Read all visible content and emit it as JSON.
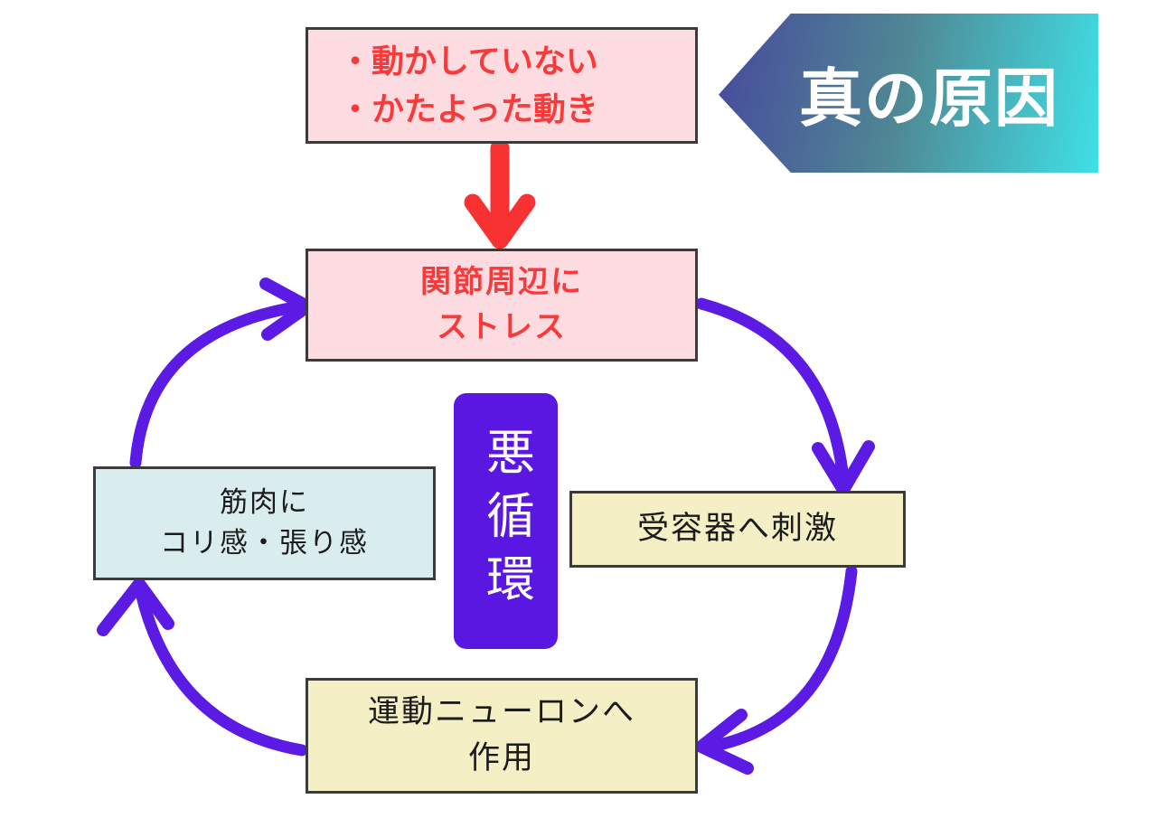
{
  "banner": {
    "label": "真の原因",
    "gradient_start": "#474a9c",
    "gradient_mid": "#4f8894",
    "gradient_end": "#3fe0e6",
    "text_color": "#ffffff"
  },
  "boxes": {
    "cause": {
      "lines": [
        "・動かしていない",
        "・かたよった動き"
      ],
      "bg": "#fcdce0",
      "text_color": "#f83a3a"
    },
    "stress": {
      "lines": [
        "関節周辺に",
        "ストレス"
      ],
      "bg": "#fcdce0",
      "text_color": "#f83a3a"
    },
    "receptor": {
      "label": "受容器へ刺激",
      "bg": "#f5efc6",
      "text_color": "#1c1c1c"
    },
    "neuron": {
      "lines": [
        "運動ニューロンへ",
        "作用"
      ],
      "bg": "#f5efc6",
      "text_color": "#1c1c1c"
    },
    "muscle": {
      "lines": [
        "筋肉に",
        "コリ感・張り感"
      ],
      "bg": "#d9edef",
      "text_color": "#1c1c1c"
    },
    "center": {
      "label": "悪循環",
      "bg": "#5a17e2",
      "text_color": "#ffffff"
    }
  },
  "colors": {
    "cause_arrow_red": "#f83232",
    "cycle_arrow_purple": "#5b1be4",
    "box_border": "#3b3b3b",
    "background": "#ffffff"
  }
}
